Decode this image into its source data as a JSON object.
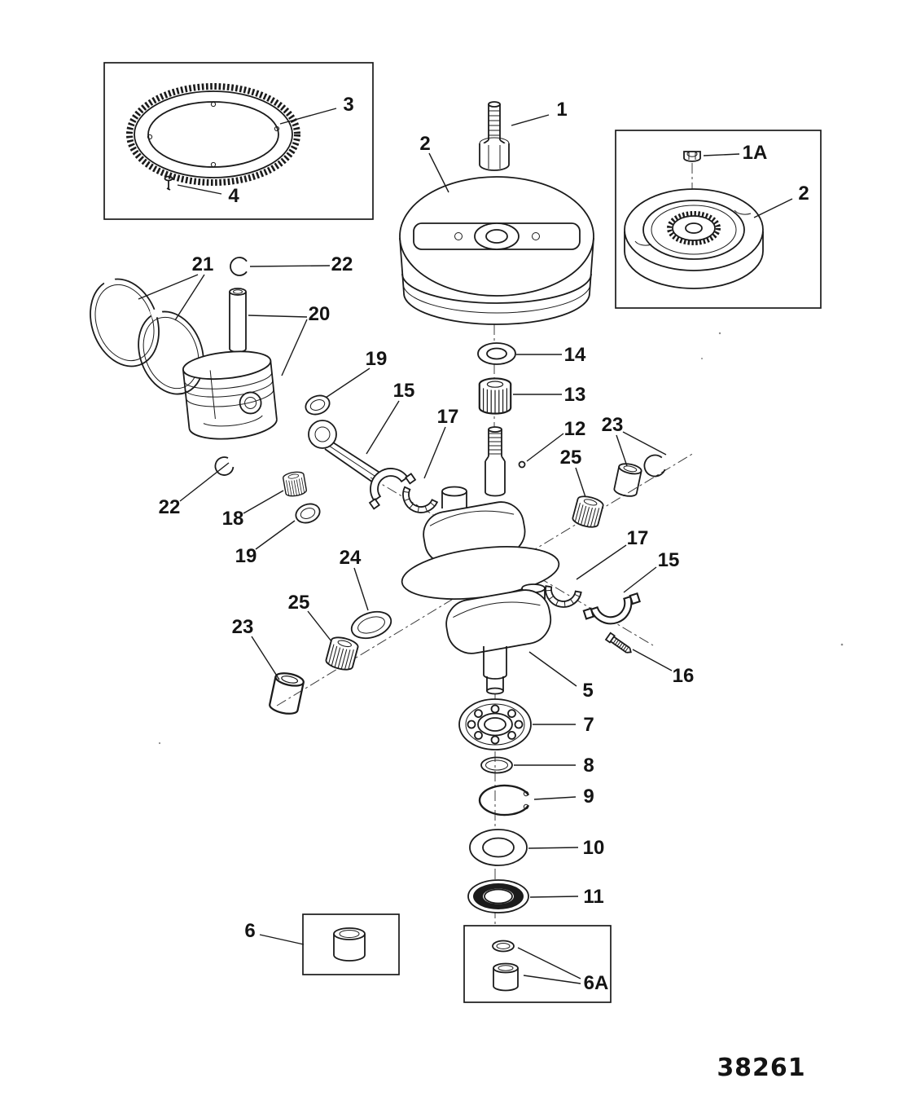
{
  "figure": {
    "drawing_number": "38261"
  },
  "callouts": {
    "n1": {
      "label": "1"
    },
    "n1a": {
      "label": "1A"
    },
    "n2_flywheel": {
      "label": "2"
    },
    "n2_inset": {
      "label": "2"
    },
    "n3": {
      "label": "3"
    },
    "n4": {
      "label": "4"
    },
    "n5": {
      "label": "5"
    },
    "n6": {
      "label": "6"
    },
    "n6a": {
      "label": "6A"
    },
    "n7": {
      "label": "7"
    },
    "n8": {
      "label": "8"
    },
    "n9": {
      "label": "9"
    },
    "n10": {
      "label": "10"
    },
    "n11": {
      "label": "11"
    },
    "n12": {
      "label": "12"
    },
    "n13": {
      "label": "13"
    },
    "n14": {
      "label": "14"
    },
    "n15_rod": {
      "label": "15"
    },
    "n15_cap": {
      "label": "15"
    },
    "n16": {
      "label": "16"
    },
    "n17_upper": {
      "label": "17"
    },
    "n17_lower": {
      "label": "17"
    },
    "n18": {
      "label": "18"
    },
    "n19_upper": {
      "label": "19"
    },
    "n19_lower": {
      "label": "19"
    },
    "n20": {
      "label": "20"
    },
    "n21": {
      "label": "21"
    },
    "n22_upper": {
      "label": "22"
    },
    "n22_lower": {
      "label": "22"
    },
    "n23_right": {
      "label": "23"
    },
    "n23_left": {
      "label": "23"
    },
    "n24": {
      "label": "24"
    },
    "n25_right": {
      "label": "25"
    },
    "n25_left": {
      "label": "25"
    }
  }
}
